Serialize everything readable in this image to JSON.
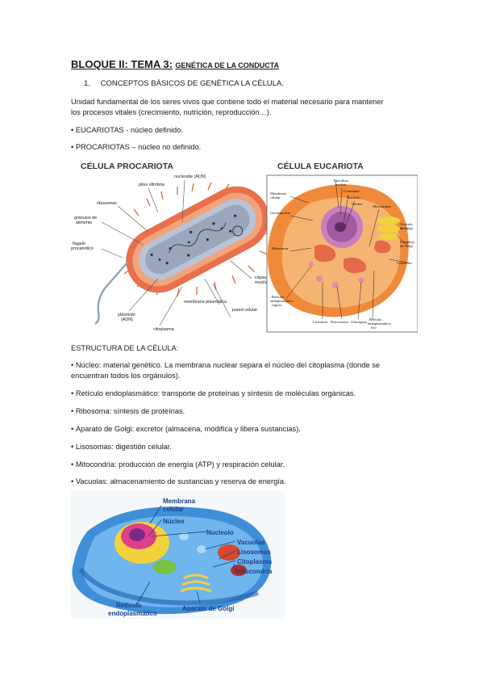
{
  "title": {
    "main": "BLOQUE II: TEMA 3:",
    "sub": "GENÉTICA DE LA CONDUCTA"
  },
  "section1": {
    "number": "1.",
    "label": "CONCEPTOS BÁSICOS DE GENÉTICA LA CÉLULA."
  },
  "intro": [
    "Unidad fundamental de los seres vivos que contiene todo el material necesario para mantener",
    "los procesos vitales (crecimiento, nutrición, reproducción…)."
  ],
  "types": [
    "EUCARIOTAS - núcleo definido.",
    "PROCARIOTAS – núcleo no definido."
  ],
  "figure_top": {
    "prokaryote": {
      "title": "CÉLULA PROCARIOTA",
      "labels": [
        "pilus ofimbria",
        "nucleoide (ADN)",
        "ribosomas",
        "gránulos de",
        "alimento",
        "flagelo",
        "procariótico",
        "cápsula o capa",
        "mucilaginosa",
        "membrana plasmática",
        "pared celular",
        "plásmido",
        "(ADN)",
        "citoplasma"
      ]
    },
    "eukaryote": {
      "title": "CÉLULA EUCARIOTA",
      "labels": [
        "Membrana",
        "celular",
        "Envoltura",
        "nuclear",
        "Cromatina",
        "Nucléolo",
        "Núcleo",
        "Mitocondria",
        "Citoesqueleto",
        "Vesícula",
        "de Golgi",
        "Complejo",
        "de Golgi",
        "Ribosomas",
        "Centriolos",
        "Retículo",
        "endoplasmático",
        "rugoso",
        "Lisosoma",
        "Peroxisoma",
        "Glucógeno",
        "Retículo",
        "endoplasmático",
        "liso"
      ]
    }
  },
  "structure_heading": "ESTRUCTURA DE LA CÉLULA:",
  "structure": [
    "Núcleo: material genético. La membrana nuclear separa el núcleo del citoplasma (donde se",
    "encuentran todos los orgánulos).",
    "Retículo endoplasmático: transporte de proteínas y síntesis de moléculas orgánicas.",
    "Ribosoma: síntesis de proteínas.",
    "Aparato de Golgi: excretor (almacena, modifica y libera sustancias).",
    "Lisosomas: digestión celular.",
    "Mitocondria: producción de energía (ATP) y respiración celular.",
    "Vacuolas: almacenamiento de sustancias y reserva de energía."
  ],
  "figure_bottom": {
    "labels": [
      "Membrana",
      "celular",
      "Núcleo",
      "Nucleolo",
      "Vacuolas",
      "Lisosomas",
      "Citoplasma",
      "Mitocondria",
      "Retículo",
      "endoplasmático",
      "Aparato de Golgi"
    ]
  },
  "colors": {
    "text": "#1a1a1a",
    "prok_wall": "#e8704a",
    "prok_inner": "#b9c3d4",
    "euk_body": "#f08a3a",
    "euk_nucleus": "#c77fbf",
    "bottom_cell": "#3f8fd8",
    "label_blue": "#1d3f8a"
  }
}
